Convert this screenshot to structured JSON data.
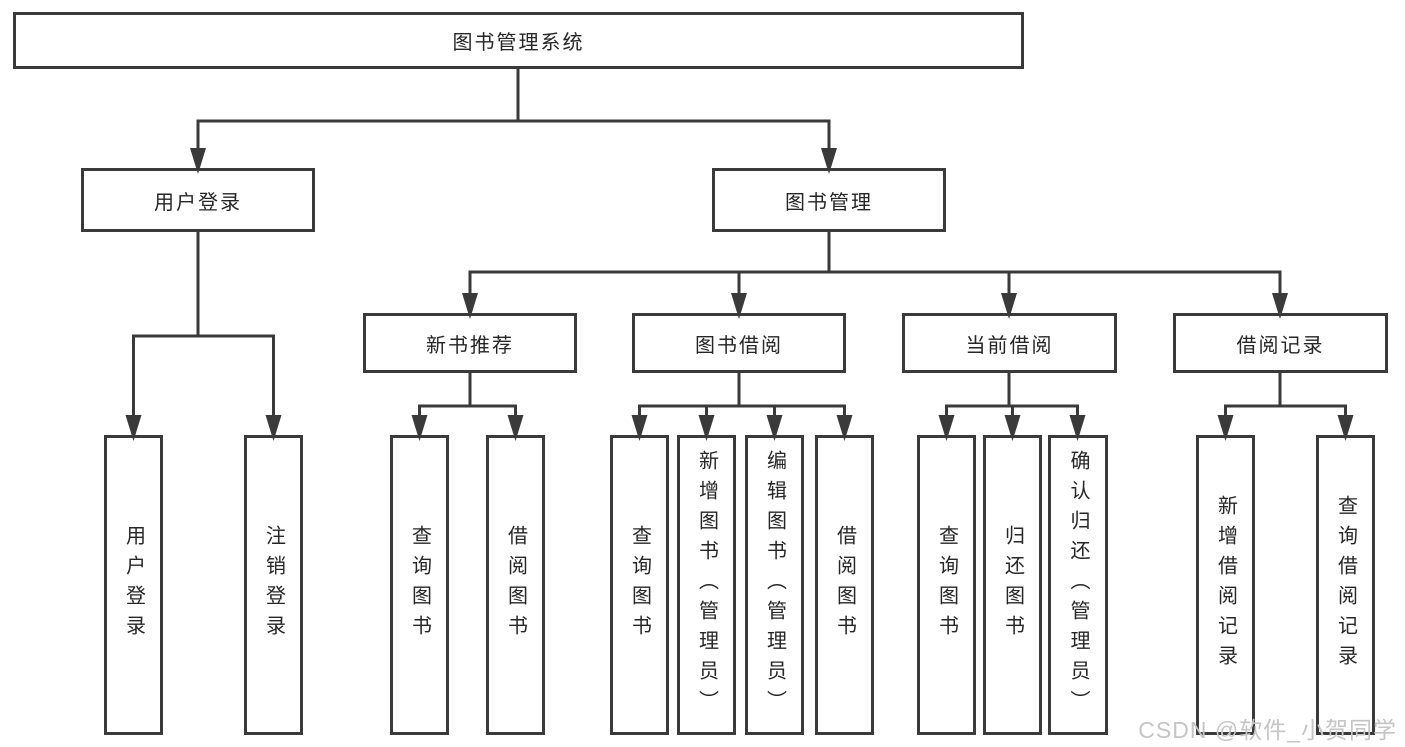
{
  "tree": {
    "label": "图书管理系统",
    "children": [
      {
        "label": "用户登录",
        "children": [
          {
            "label": "用户登录"
          },
          {
            "label": "注销登录"
          }
        ]
      },
      {
        "label": "图书管理",
        "children": [
          {
            "label": "新书推荐",
            "children": [
              {
                "label": "查询图书"
              },
              {
                "label": "借阅图书"
              }
            ]
          },
          {
            "label": "图书借阅",
            "children": [
              {
                "label": "查询图书"
              },
              {
                "label": "新增图书（管理员）"
              },
              {
                "label": "编辑图书（管理员）"
              },
              {
                "label": "借阅图书"
              }
            ]
          },
          {
            "label": "当前借阅",
            "children": [
              {
                "label": "查询图书"
              },
              {
                "label": "归还图书"
              },
              {
                "label": "确认归还（管理员）"
              }
            ]
          },
          {
            "label": "借阅记录",
            "children": [
              {
                "label": "新增借阅记录"
              },
              {
                "label": "查询借阅记录"
              }
            ]
          }
        ]
      }
    ]
  },
  "watermark": {
    "text": "CSDN @软件_小贺同学"
  },
  "colors": {
    "line": "#3a3a3a",
    "text": "#262626",
    "background": "#ffffff",
    "watermark": "#c5c5c5"
  }
}
